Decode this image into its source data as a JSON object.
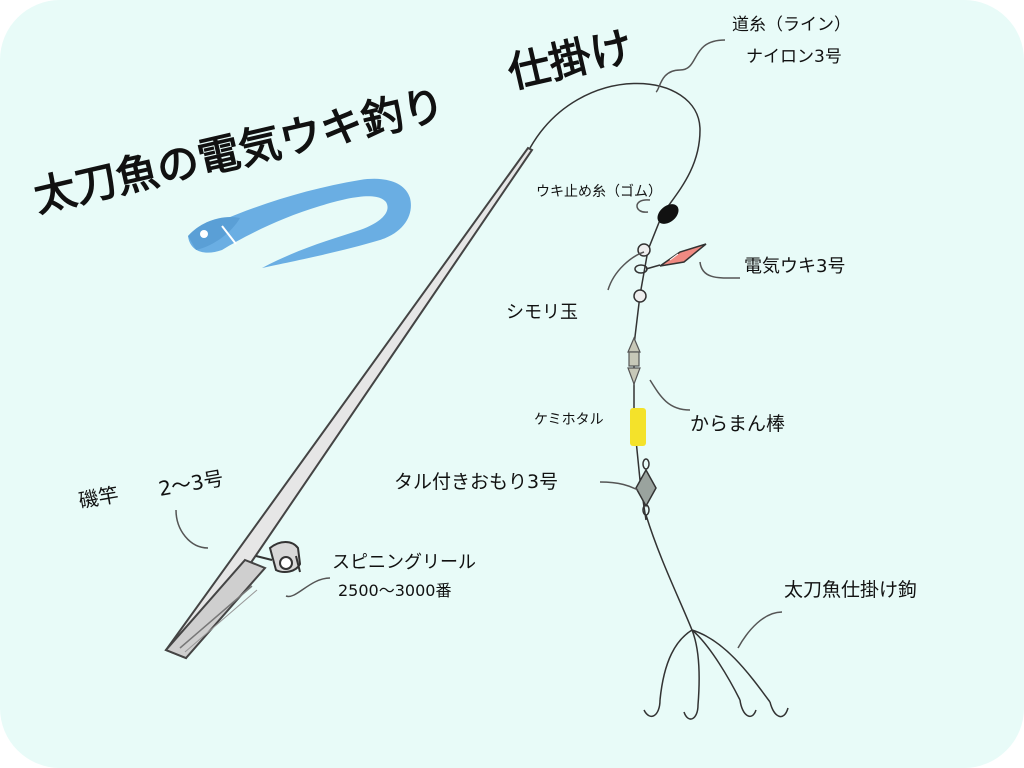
{
  "title": {
    "line1": "太刀魚の電気ウキ釣り",
    "line2": "仕掛け"
  },
  "labels": {
    "main_line_1": "道糸（ライン）",
    "main_line_2": "ナイロン3号",
    "float_stopper": "ウキ止め糸（ゴム）",
    "electric_float": "電気ウキ3号",
    "sinker_beads": "シモリ玉",
    "karaman_rod": "からまん棒",
    "glow_stick": "ケミホタル",
    "barrel_sinker": "タル付きおもり3号",
    "rod_1": "磯竿",
    "rod_2": "2〜3号",
    "reel_1": "スピニングリール",
    "reel_2": "2500〜3000番",
    "hook": "太刀魚仕掛け鉤"
  },
  "icons": {
    "fish": "cutlassfish-icon"
  },
  "colors": {
    "background": "#e8fbf8",
    "fish": "#6aaee3",
    "glow_stick": "#f4e22a",
    "float_body": "#f08a82",
    "line": "#333333"
  }
}
